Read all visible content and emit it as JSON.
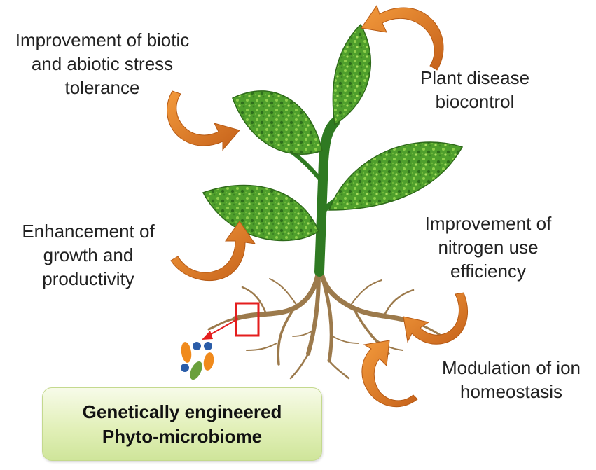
{
  "labels": {
    "stress_tolerance": "Improvement of biotic\nand abiotic stress\ntolerance",
    "disease_biocontrol": "Plant disease\nbiocontrol",
    "growth_productivity": "Enhancement of\ngrowth and\nproductivity",
    "nitrogen_efficiency": "Improvement of\nnitrogen use\nefficiency",
    "ion_homeostasis": "Modulation of ion\nhomeostasis"
  },
  "callout": {
    "text": "Genetically engineered\nPhyto-microbiome"
  },
  "colors": {
    "arrow": "#e07a26",
    "arrow_dark": "#b65a14",
    "leaf": "#4a9a2a",
    "leaf_dark": "#2e6a1a",
    "stem": "#2f7a22",
    "root": "#9c7a4c",
    "highlight_box": "#e41e1e",
    "microbe_orange": "#f08a1c",
    "microbe_blue": "#2a5ca8",
    "microbe_green": "#6aa03c"
  }
}
